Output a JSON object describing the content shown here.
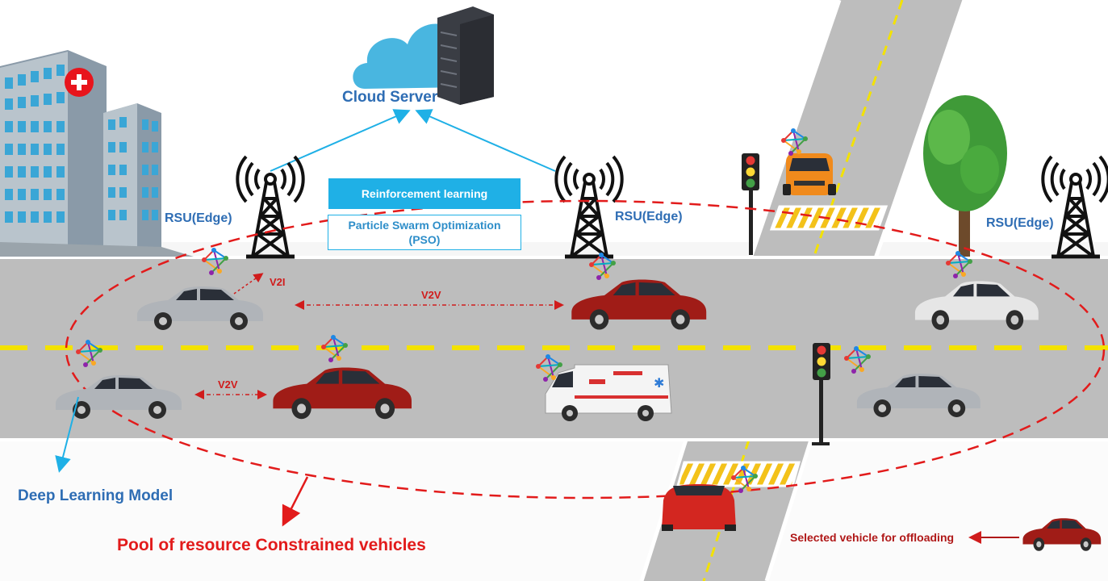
{
  "cloud": {
    "label": "Cloud Server"
  },
  "algorithms": {
    "primary": "Reinforcement learning",
    "secondary": "Particle Swarm Optimization (PSO)"
  },
  "rsu": {
    "label": "RSU(Edge)"
  },
  "links": {
    "v2i": "V2I",
    "v2v": "V2V"
  },
  "annotations": {
    "deep_learning": "Deep Learning Model",
    "pool": "Pool of resource Constrained vehicles",
    "selected": "Selected vehicle for offloading"
  },
  "colors": {
    "accent_blue": "#1fb0e6",
    "label_blue": "#2e6db4",
    "alert_red": "#e21b1b",
    "road": "#bdbdbd",
    "lane_yellow": "#f3e200"
  }
}
